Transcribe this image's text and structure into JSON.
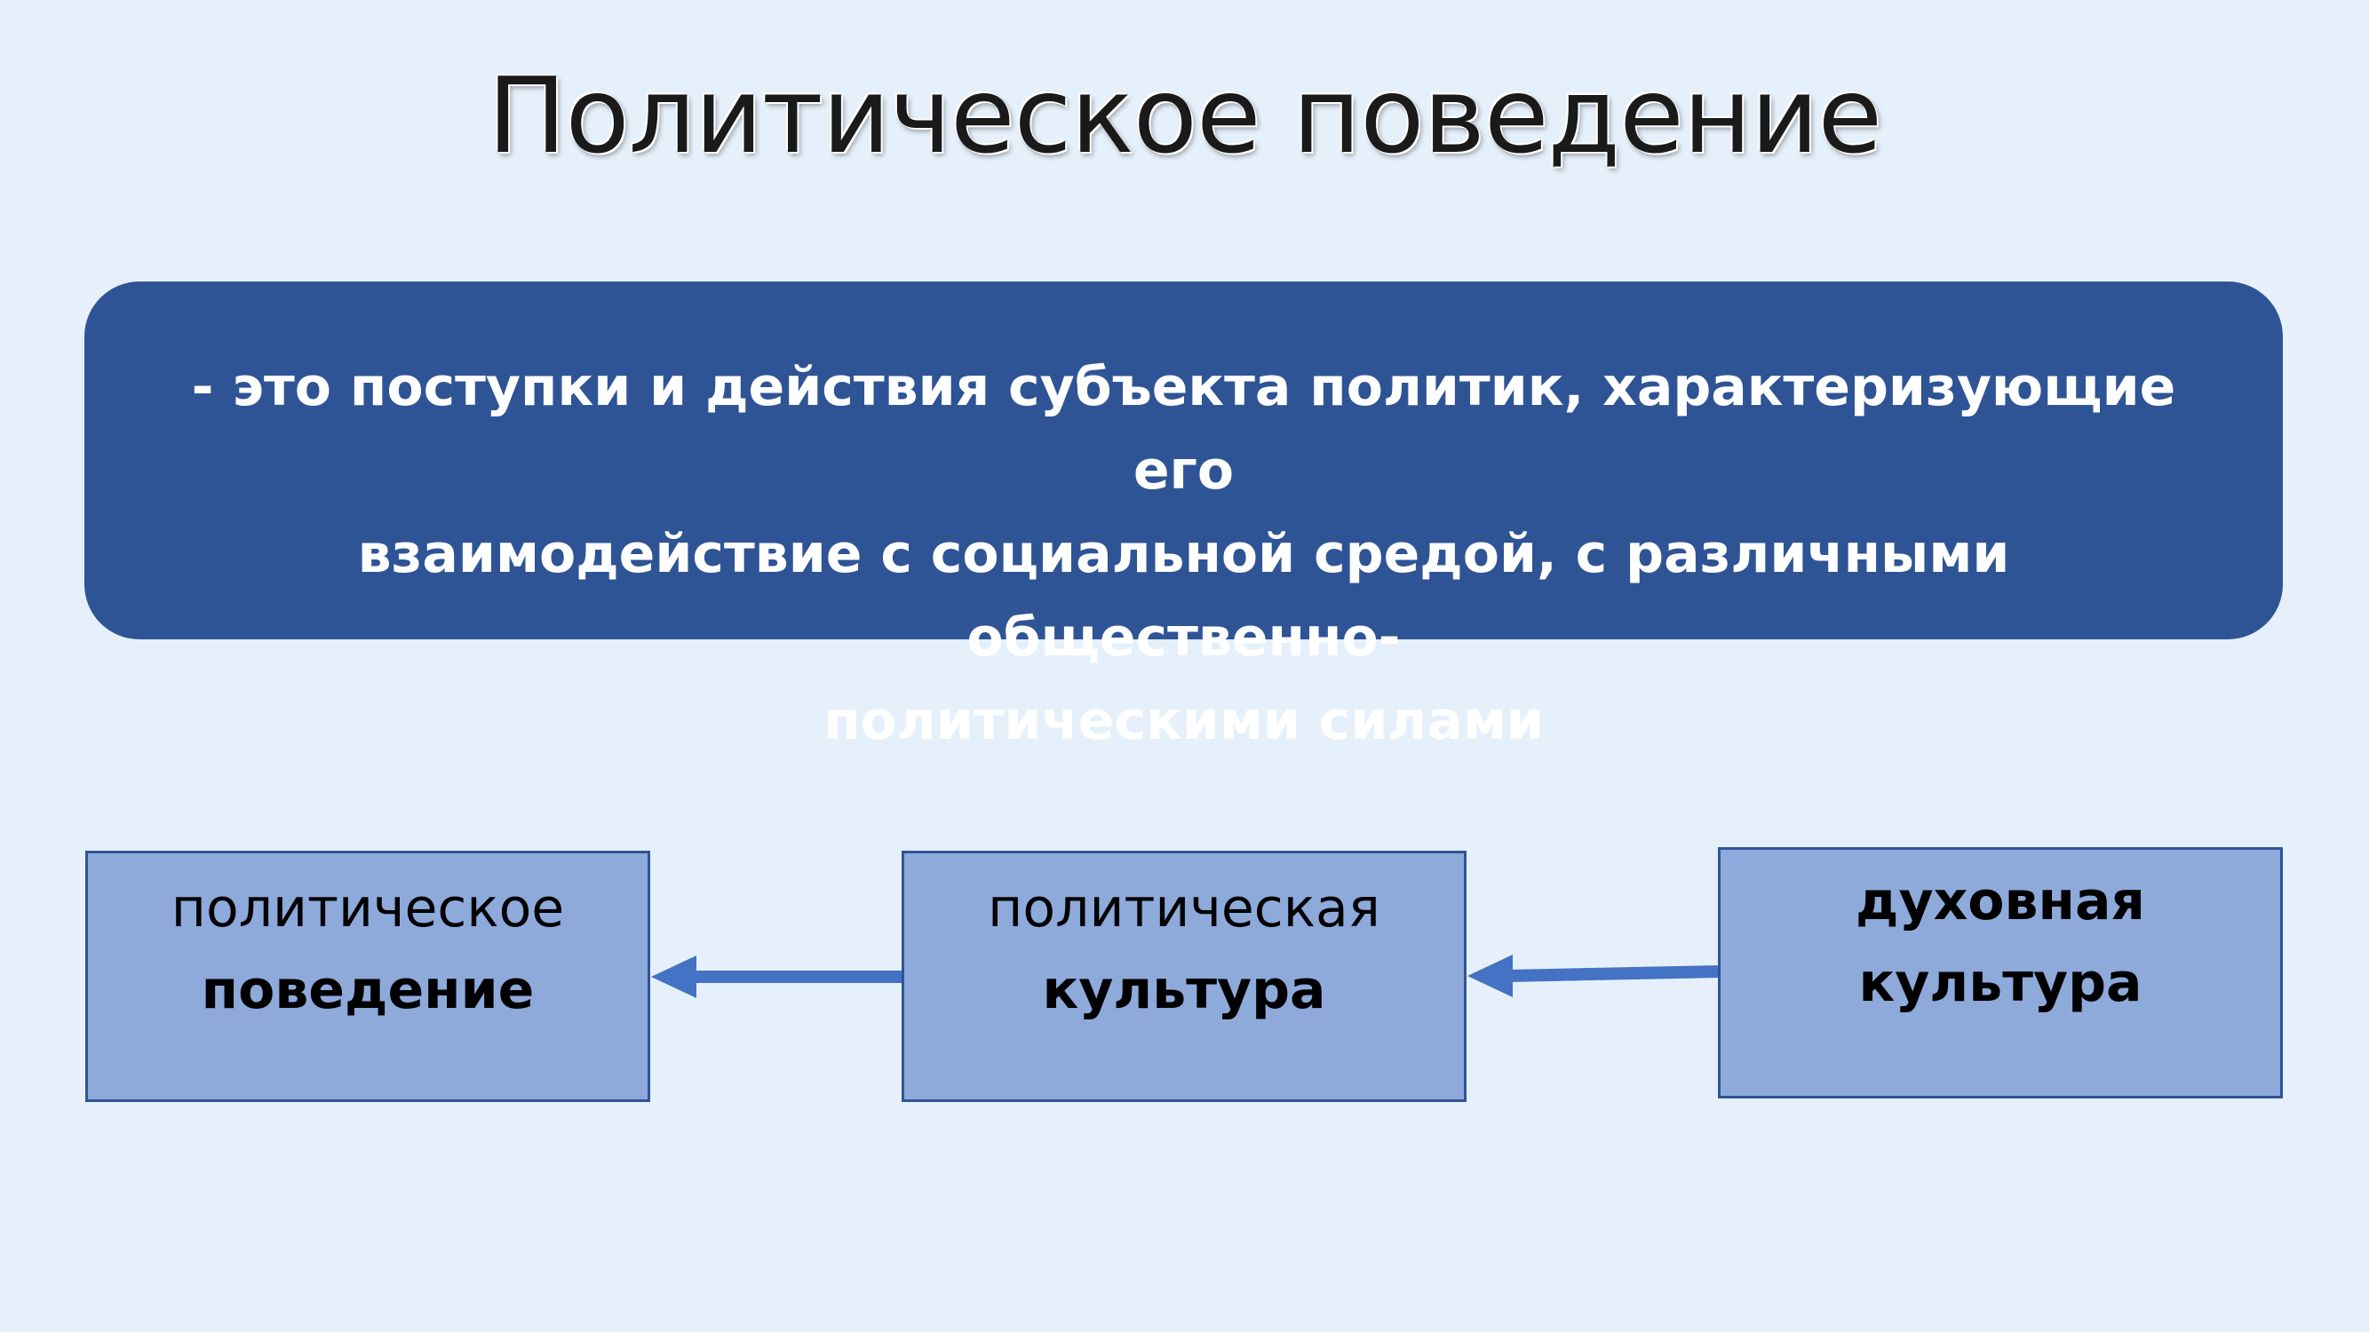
{
  "title": "Политическое поведение",
  "definition": {
    "lines": [
      "- это поступки и действия субъекта политик, характеризующие его",
      "взаимодействие с социальной средой, с различными общественно-",
      "политическими силами"
    ]
  },
  "boxes": {
    "behavior": {
      "line1": "политическое",
      "line2": "поведение"
    },
    "political_culture": {
      "line1": "политическая",
      "line2": "культура"
    },
    "spiritual_culture": {
      "line1": "духовная",
      "line2": "культура"
    }
  },
  "colors": {
    "background": "#e6f0fa",
    "definition_fill": "#2f5496",
    "box_fill": "#8eaadb",
    "box_border": "#2f5496",
    "arrow": "#4472c4"
  }
}
